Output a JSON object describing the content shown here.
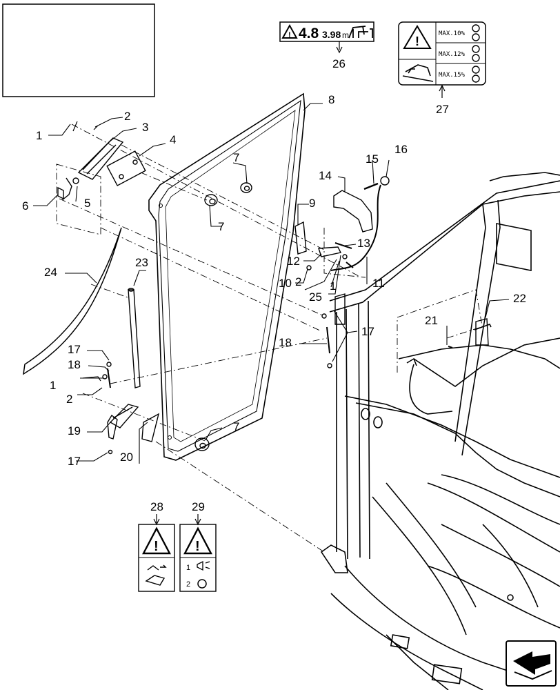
{
  "callouts": [
    {
      "id": "c1a",
      "text": "1"
    },
    {
      "id": "c2a",
      "text": "2"
    },
    {
      "id": "c3",
      "text": "3"
    },
    {
      "id": "c4",
      "text": "4"
    },
    {
      "id": "c5",
      "text": "5"
    },
    {
      "id": "c6",
      "text": "6"
    },
    {
      "id": "c7a",
      "text": "7"
    },
    {
      "id": "c7b",
      "text": "7"
    },
    {
      "id": "c7c",
      "text": "7"
    },
    {
      "id": "c8",
      "text": "8"
    },
    {
      "id": "c9",
      "text": "9"
    },
    {
      "id": "c10",
      "text": "10"
    },
    {
      "id": "c11",
      "text": "11"
    },
    {
      "id": "c12",
      "text": "12"
    },
    {
      "id": "c13",
      "text": "13"
    },
    {
      "id": "c14",
      "text": "14"
    },
    {
      "id": "c15",
      "text": "15"
    },
    {
      "id": "c16",
      "text": "16"
    },
    {
      "id": "c17a",
      "text": "17"
    },
    {
      "id": "c17b",
      "text": "17"
    },
    {
      "id": "c17c",
      "text": "17"
    },
    {
      "id": "c18a",
      "text": "18"
    },
    {
      "id": "c18b",
      "text": "18"
    },
    {
      "id": "c19",
      "text": "19"
    },
    {
      "id": "c20",
      "text": "20"
    },
    {
      "id": "c21",
      "text": "21"
    },
    {
      "id": "c22",
      "text": "22"
    },
    {
      "id": "c23",
      "text": "23"
    },
    {
      "id": "c24",
      "text": "24"
    },
    {
      "id": "c25",
      "text": "25"
    },
    {
      "id": "c26",
      "text": "26"
    },
    {
      "id": "c27",
      "text": "27"
    },
    {
      "id": "c28",
      "text": "28"
    },
    {
      "id": "c29",
      "text": "29"
    },
    {
      "id": "c1b",
      "text": "1"
    },
    {
      "id": "c2b",
      "text": "2"
    },
    {
      "id": "c2c",
      "text": "2"
    },
    {
      "id": "c1c",
      "text": "1"
    }
  ],
  "decal26": {
    "big": "4.8",
    "small": "3.98",
    "unit": "m"
  },
  "decal27": {
    "rows": [
      "MAX.10%",
      "MAX.12%",
      "MAX.15%"
    ]
  },
  "decal29": {
    "row1": "1",
    "row2": "2"
  },
  "icons": {
    "warning": "warning-triangle-icon",
    "nav": "arrow-nav-icon"
  }
}
